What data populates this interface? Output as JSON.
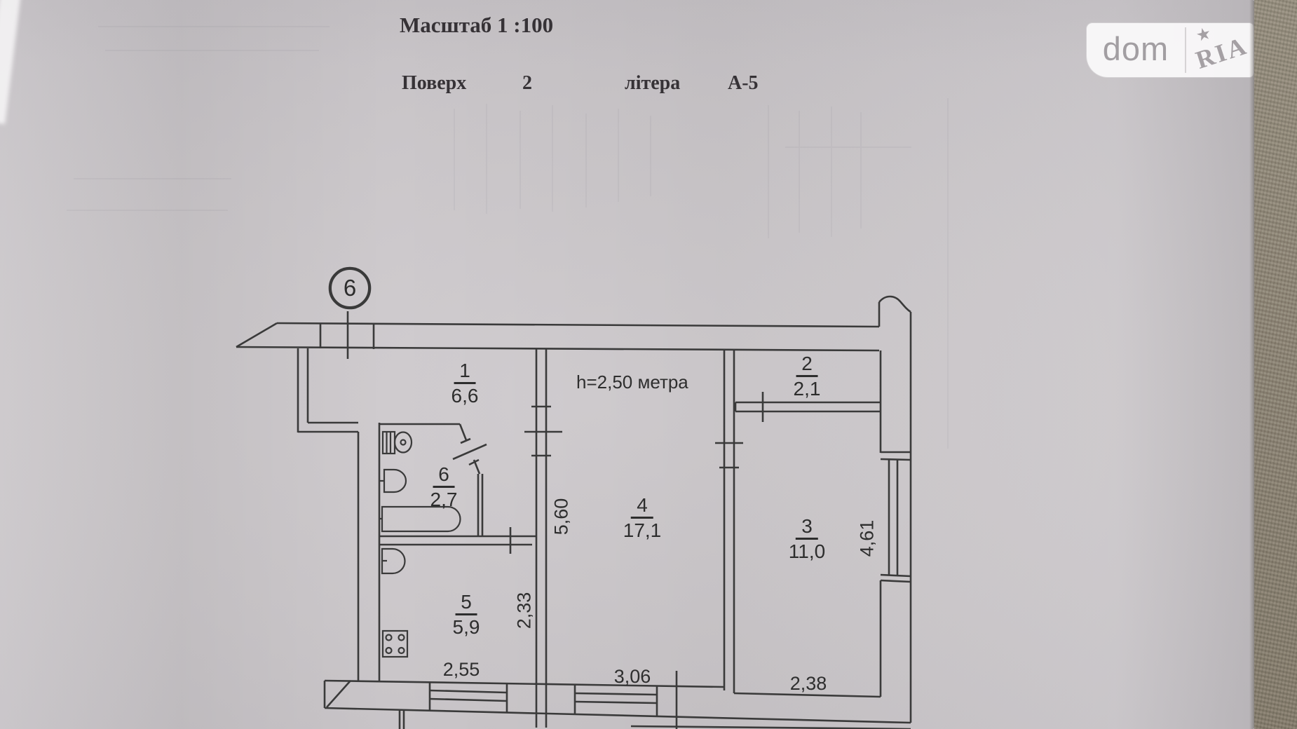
{
  "header": {
    "scale": "Масштаб 1 :100",
    "floor_label": "Поверх",
    "floor_value": "2",
    "letter_label": "літера",
    "letter_value": "А-5"
  },
  "watermark": {
    "dom": "dom",
    "ria": "RIA",
    "star": "★"
  },
  "plan": {
    "axis_label": "6",
    "ceiling_height": "h=2,50 метра",
    "rooms": [
      {
        "number": "1",
        "area": "6,6"
      },
      {
        "number": "2",
        "area": "2,1"
      },
      {
        "number": "3",
        "area": "11,0"
      },
      {
        "number": "4",
        "area": "17,1"
      },
      {
        "number": "5",
        "area": "5,9"
      },
      {
        "number": "6",
        "area": "2,7"
      }
    ],
    "dimensions": {
      "left_depth": "5,60",
      "kitchen_depth": "2,33",
      "kitchen_width": "2,55",
      "living_width": "3,06",
      "room3_width": "2,38",
      "room3_depth": "4,61"
    }
  },
  "colors": {
    "ink": "#3a3a3a",
    "paper": "#cac6c9",
    "table": "#8e8575",
    "watermark_gray": "#a5a0a4"
  }
}
